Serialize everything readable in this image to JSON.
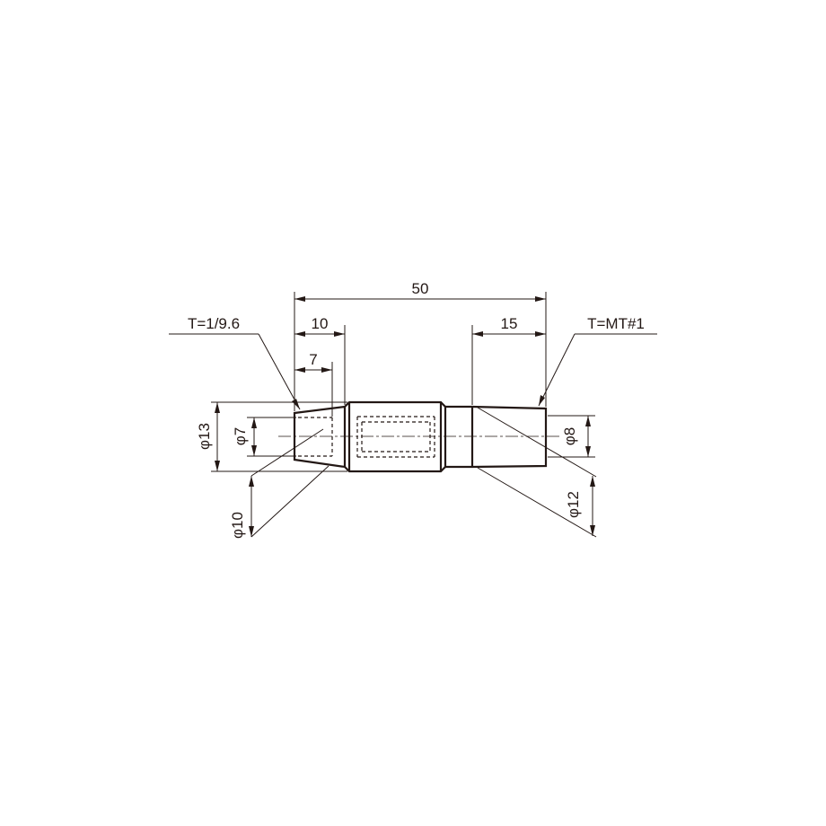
{
  "dimensions": {
    "overall_length": "50",
    "left_taper_length": "10",
    "left_bore_depth": "7",
    "right_taper_length": "15",
    "dia_13": "φ13",
    "dia_7": "φ7",
    "dia_10": "φ10",
    "dia_8": "φ8",
    "dia_12": "φ12"
  },
  "notes": {
    "left_taper": "T=1/9.6",
    "right_taper": "T=MT#1"
  },
  "colors": {
    "line": "#231815",
    "background": "#ffffff"
  }
}
